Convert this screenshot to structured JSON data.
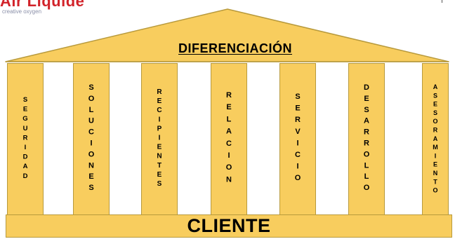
{
  "logo": {
    "brand": "Air Liquide",
    "tagline": "creative oxygen"
  },
  "title": "DIFERENCIACIÓN",
  "pillars": [
    {
      "label": "SEGURIDAD"
    },
    {
      "label": "SOLUCIONES"
    },
    {
      "label": "RECIPIENTES"
    },
    {
      "label": "RELACION"
    },
    {
      "label": "SERVICIO"
    },
    {
      "label": "DESARROLLO"
    },
    {
      "label": "ASESORAMIENTO"
    }
  ],
  "base": {
    "label": "CLIENTE"
  },
  "colors": {
    "pillar_fill": "#f8cd5e",
    "outline": "#b89a3c",
    "logo_red": "#d2232a"
  }
}
